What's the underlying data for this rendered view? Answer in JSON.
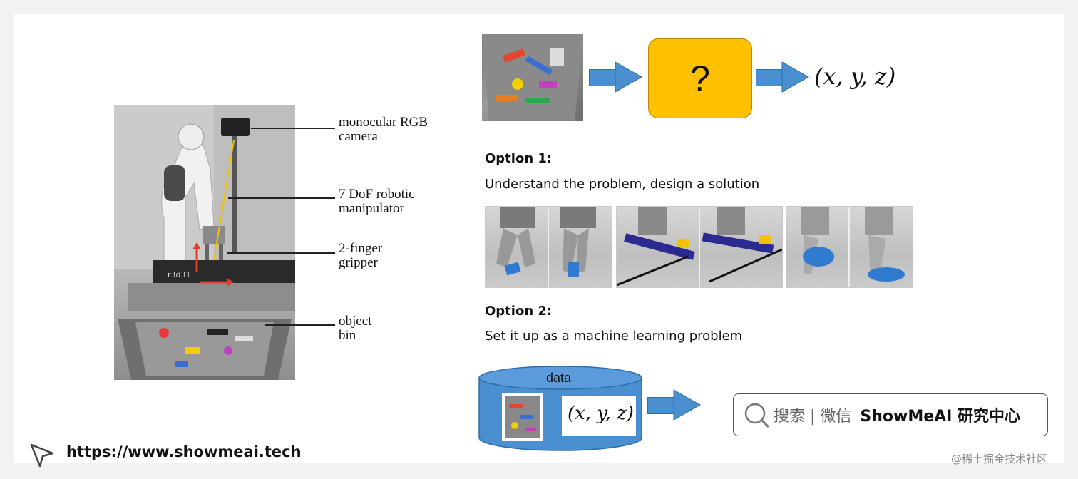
{
  "robot_figure": {
    "callouts": [
      {
        "line1": "monocular RGB",
        "line2": "camera"
      },
      {
        "line1": "7 DoF robotic",
        "line2": "manipulator"
      },
      {
        "line1": "2-finger",
        "line2": "gripper"
      },
      {
        "line1": "object",
        "line2": "bin"
      }
    ],
    "base_label": "r3d31"
  },
  "top_flow": {
    "box_symbol": "?",
    "output": "(x, y, z)"
  },
  "option1": {
    "title": "Option 1:",
    "description": "Understand the problem, design a solution"
  },
  "option2": {
    "title": "Option 2:",
    "description": "Set it up as a machine learning problem"
  },
  "dataset": {
    "label": "data",
    "pair_label": "(x, y, z)"
  },
  "search": {
    "hint": "搜索 | 微信",
    "brand": "ShowMeAI 研究中心"
  },
  "footer": {
    "url": "https://www.showmeai.tech",
    "watermark": "@稀土掘金技术社区"
  },
  "colors": {
    "arrow": "#4a8fd0",
    "question_box": "#ffc000",
    "cylinder": "#4a8fd0",
    "callout_arrow_red": "#e53a2c",
    "callout_arrow_yellow": "#f2c200"
  }
}
